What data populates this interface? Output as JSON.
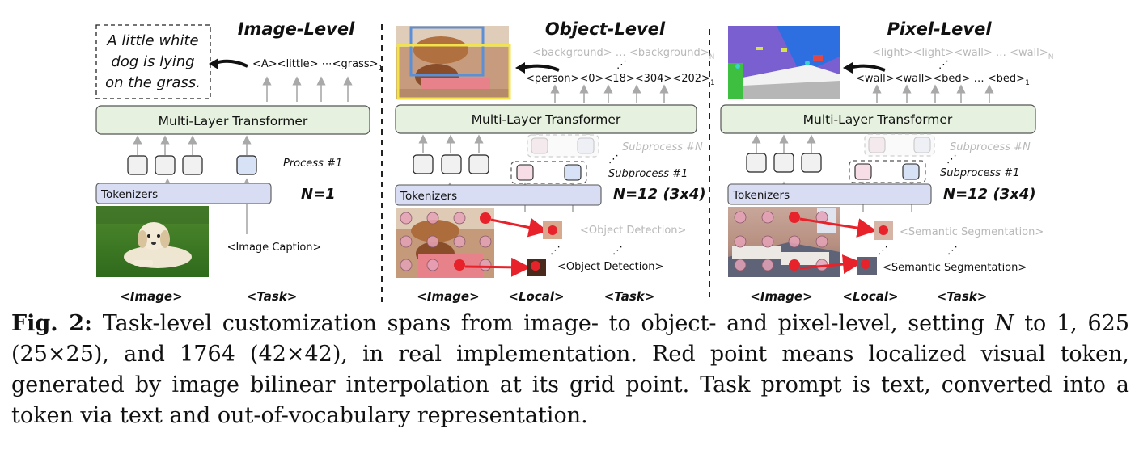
{
  "panels": {
    "image": {
      "title": "Image-Level",
      "caption_text": [
        "A little white",
        "dog is lying",
        "on the grass."
      ],
      "tokens": [
        "<A><little> ⋯<grass>",
        "1"
      ],
      "transformer": "Multi-Layer Transformer",
      "tokenizers": "Tokenizers",
      "process": "Process #1",
      "n_label": "N=1",
      "task_prompt": "<Image Caption>",
      "input_labels": [
        "<Image>",
        "<Task>"
      ]
    },
    "object": {
      "title": "Object-Level",
      "tokens_top": [
        "<background> … <background>",
        "N"
      ],
      "tokens": [
        "<person><0><18><304><202>",
        "1"
      ],
      "transformer": "Multi-Layer Transformer",
      "tokenizers": "Tokenizers",
      "subprocess_n": "Subprocess #N",
      "subprocess_1": "Subprocess #1",
      "n_label": "N=12 (3x4)",
      "task_top": "<Object Detection>",
      "task": "<Object Detection>",
      "input_labels": [
        "<Image>",
        "<Local>",
        "<Task>"
      ]
    },
    "pixel": {
      "title": "Pixel-Level",
      "tokens_top": [
        "<light><light><wall> … <wall>",
        "N"
      ],
      "tokens": [
        "<wall><wall><bed> … <bed>",
        "1"
      ],
      "transformer": "Multi-Layer Transformer",
      "tokenizers": "Tokenizers",
      "subprocess_n": "Subprocess #N",
      "subprocess_1": "Subprocess #1",
      "n_label": "N=12 (3x4)",
      "task_top": "<Semantic Segmentation>",
      "task": "<Semantic Segmentation>",
      "input_labels": [
        "<Image>",
        "<Local>",
        "<Task>"
      ]
    }
  },
  "caption": {
    "label": "Fig. 2:",
    "text_1": " Task-level customization spans from image- to object- and pixel-level, setting ",
    "n_var": "N",
    "text_2": " to 1, 625 (25×25), and 1764 (42×42), in real implementation. Red point means localized visual token, generated by image bilinear interpolation at its grid point. Task prompt is text, converted into a token via text and out-of-vocabulary representation."
  },
  "colors": {
    "transformer_fill": "#e6f2df",
    "tokenizer_fill": "#d9ddf3",
    "local_token_red": "#e8222a",
    "grid_point_pink": "#e5a2b7",
    "bbox_blue": "#5b8fd6",
    "bbox_yellow": "#f2e34a"
  }
}
